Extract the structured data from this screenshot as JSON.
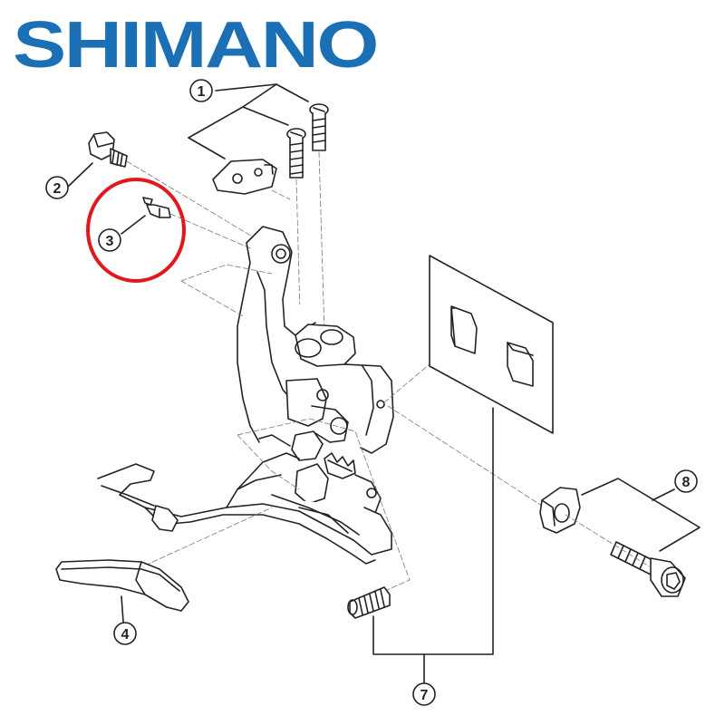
{
  "brand": {
    "logo_text": "SHIMANO",
    "color": "#1a6fb5"
  },
  "highlight_color": "#e0191e",
  "callouts": [
    {
      "id": "1",
      "label": "1"
    },
    {
      "id": "2",
      "label": "2"
    },
    {
      "id": "3",
      "label": "3"
    },
    {
      "id": "4",
      "label": "4"
    },
    {
      "id": "7",
      "label": "7"
    },
    {
      "id": "8",
      "label": "8"
    }
  ],
  "parts": [
    {
      "callout": "1",
      "name": "cable-guide-plate-and-screws-icon"
    },
    {
      "callout": "2",
      "name": "cable-fixing-bolt-icon"
    },
    {
      "callout": "3",
      "name": "adjust-screw-icon"
    },
    {
      "callout": "4",
      "name": "outer-plate-cover-icon"
    },
    {
      "callout": "7",
      "name": "support-bolt-and-pad-set-icon"
    },
    {
      "callout": "8",
      "name": "mounting-bolt-and-nut-icon"
    }
  ]
}
